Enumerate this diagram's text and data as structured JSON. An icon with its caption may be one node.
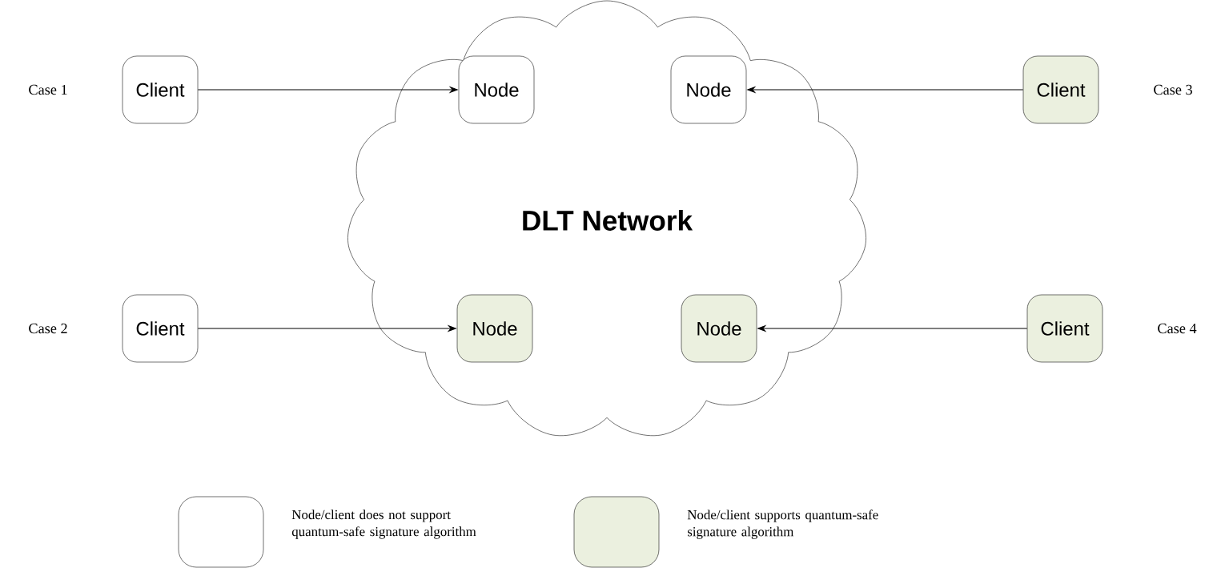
{
  "diagram": {
    "nodes": [
      {
        "text": [
          "DLT Network"
        ]
      },
      {
        "text": [
          "Client"
        ],
        "beside": [
          "Case 1"
        ]
      },
      {
        "text": [
          "Node"
        ],
        "in": 0
      },
      {
        "text": [
          "Node"
        ],
        "in": 0
      },
      {
        "text": [
          "Client"
        ],
        "beside": [
          "Case 3"
        ]
      },
      {
        "text": [
          "Client"
        ],
        "beside": [
          "Case 2"
        ]
      },
      {
        "text": [
          "Node"
        ],
        "in": 0
      },
      {
        "text": [
          "Node"
        ],
        "in": 0
      },
      {
        "text": [
          "Client"
        ],
        "beside": [
          "Case 4"
        ]
      }
    ],
    "edges": [
      {
        "from": 1,
        "to": 2,
        "arrow": "to"
      },
      {
        "from": 4,
        "to": 3,
        "arrow": "to"
      },
      {
        "from": 5,
        "to": 6,
        "arrow": "to"
      },
      {
        "from": 8,
        "to": 7,
        "arrow": "to"
      }
    ],
    "legend": [
      {
        "text": "Node/client does not support quantum-safe signature algorithm"
      },
      {
        "text": "Node/client supports quantum-safe signature algorithm",
        "color": "#ebf0df"
      }
    ]
  }
}
